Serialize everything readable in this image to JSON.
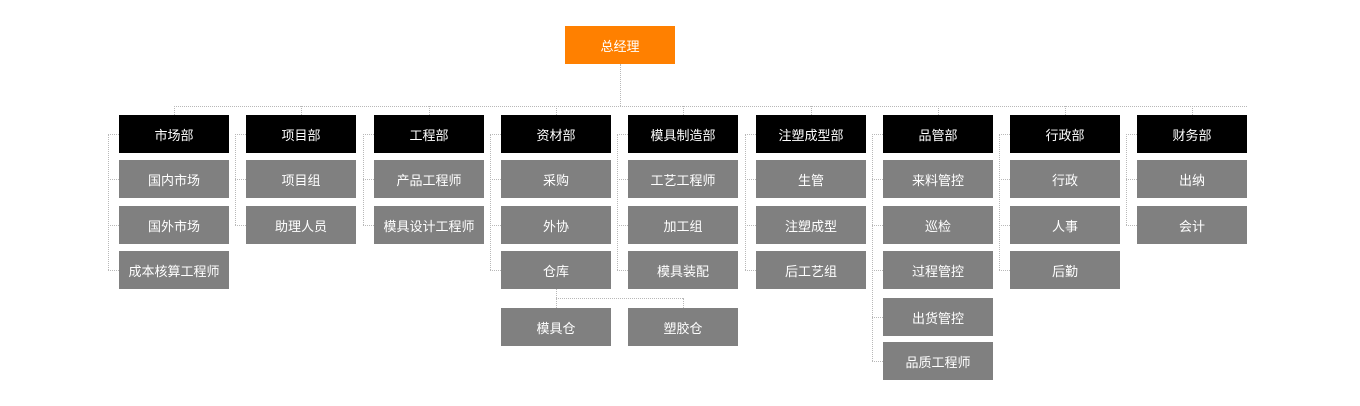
{
  "org_chart": {
    "root": {
      "label": "总经理"
    },
    "departments": [
      {
        "label": "市场部",
        "children": [
          {
            "label": "国内市场"
          },
          {
            "label": "国外市场"
          },
          {
            "label": "成本核算工程师"
          }
        ]
      },
      {
        "label": "项目部",
        "children": [
          {
            "label": "项目组"
          },
          {
            "label": "助理人员"
          }
        ]
      },
      {
        "label": "工程部",
        "children": [
          {
            "label": "产品工程师"
          },
          {
            "label": "模具设计工程师"
          }
        ]
      },
      {
        "label": "资材部",
        "children": [
          {
            "label": "采购"
          },
          {
            "label": "外协"
          },
          {
            "label": "仓库",
            "children": [
              {
                "label": "模具仓"
              },
              {
                "label": "塑胶仓"
              }
            ]
          }
        ]
      },
      {
        "label": "模具制造部",
        "children": [
          {
            "label": "工艺工程师"
          },
          {
            "label": "加工组"
          },
          {
            "label": "模具装配"
          }
        ]
      },
      {
        "label": "注塑成型部",
        "children": [
          {
            "label": "生管"
          },
          {
            "label": "注塑成型"
          },
          {
            "label": "后工艺组"
          }
        ]
      },
      {
        "label": "品管部",
        "children": [
          {
            "label": "来料管控"
          },
          {
            "label": "巡检"
          },
          {
            "label": "过程管控"
          },
          {
            "label": "出货管控"
          },
          {
            "label": "品质工程师"
          }
        ]
      },
      {
        "label": "行政部",
        "children": [
          {
            "label": "行政"
          },
          {
            "label": "人事"
          },
          {
            "label": "后勤"
          }
        ]
      },
      {
        "label": "财务部",
        "children": [
          {
            "label": "出纳"
          },
          {
            "label": "会计"
          }
        ]
      }
    ]
  },
  "colors": {
    "root": "#ff8000",
    "department": "#000000",
    "unit": "#808080",
    "text": "#ffffff",
    "connector": "#b8b8b8"
  }
}
